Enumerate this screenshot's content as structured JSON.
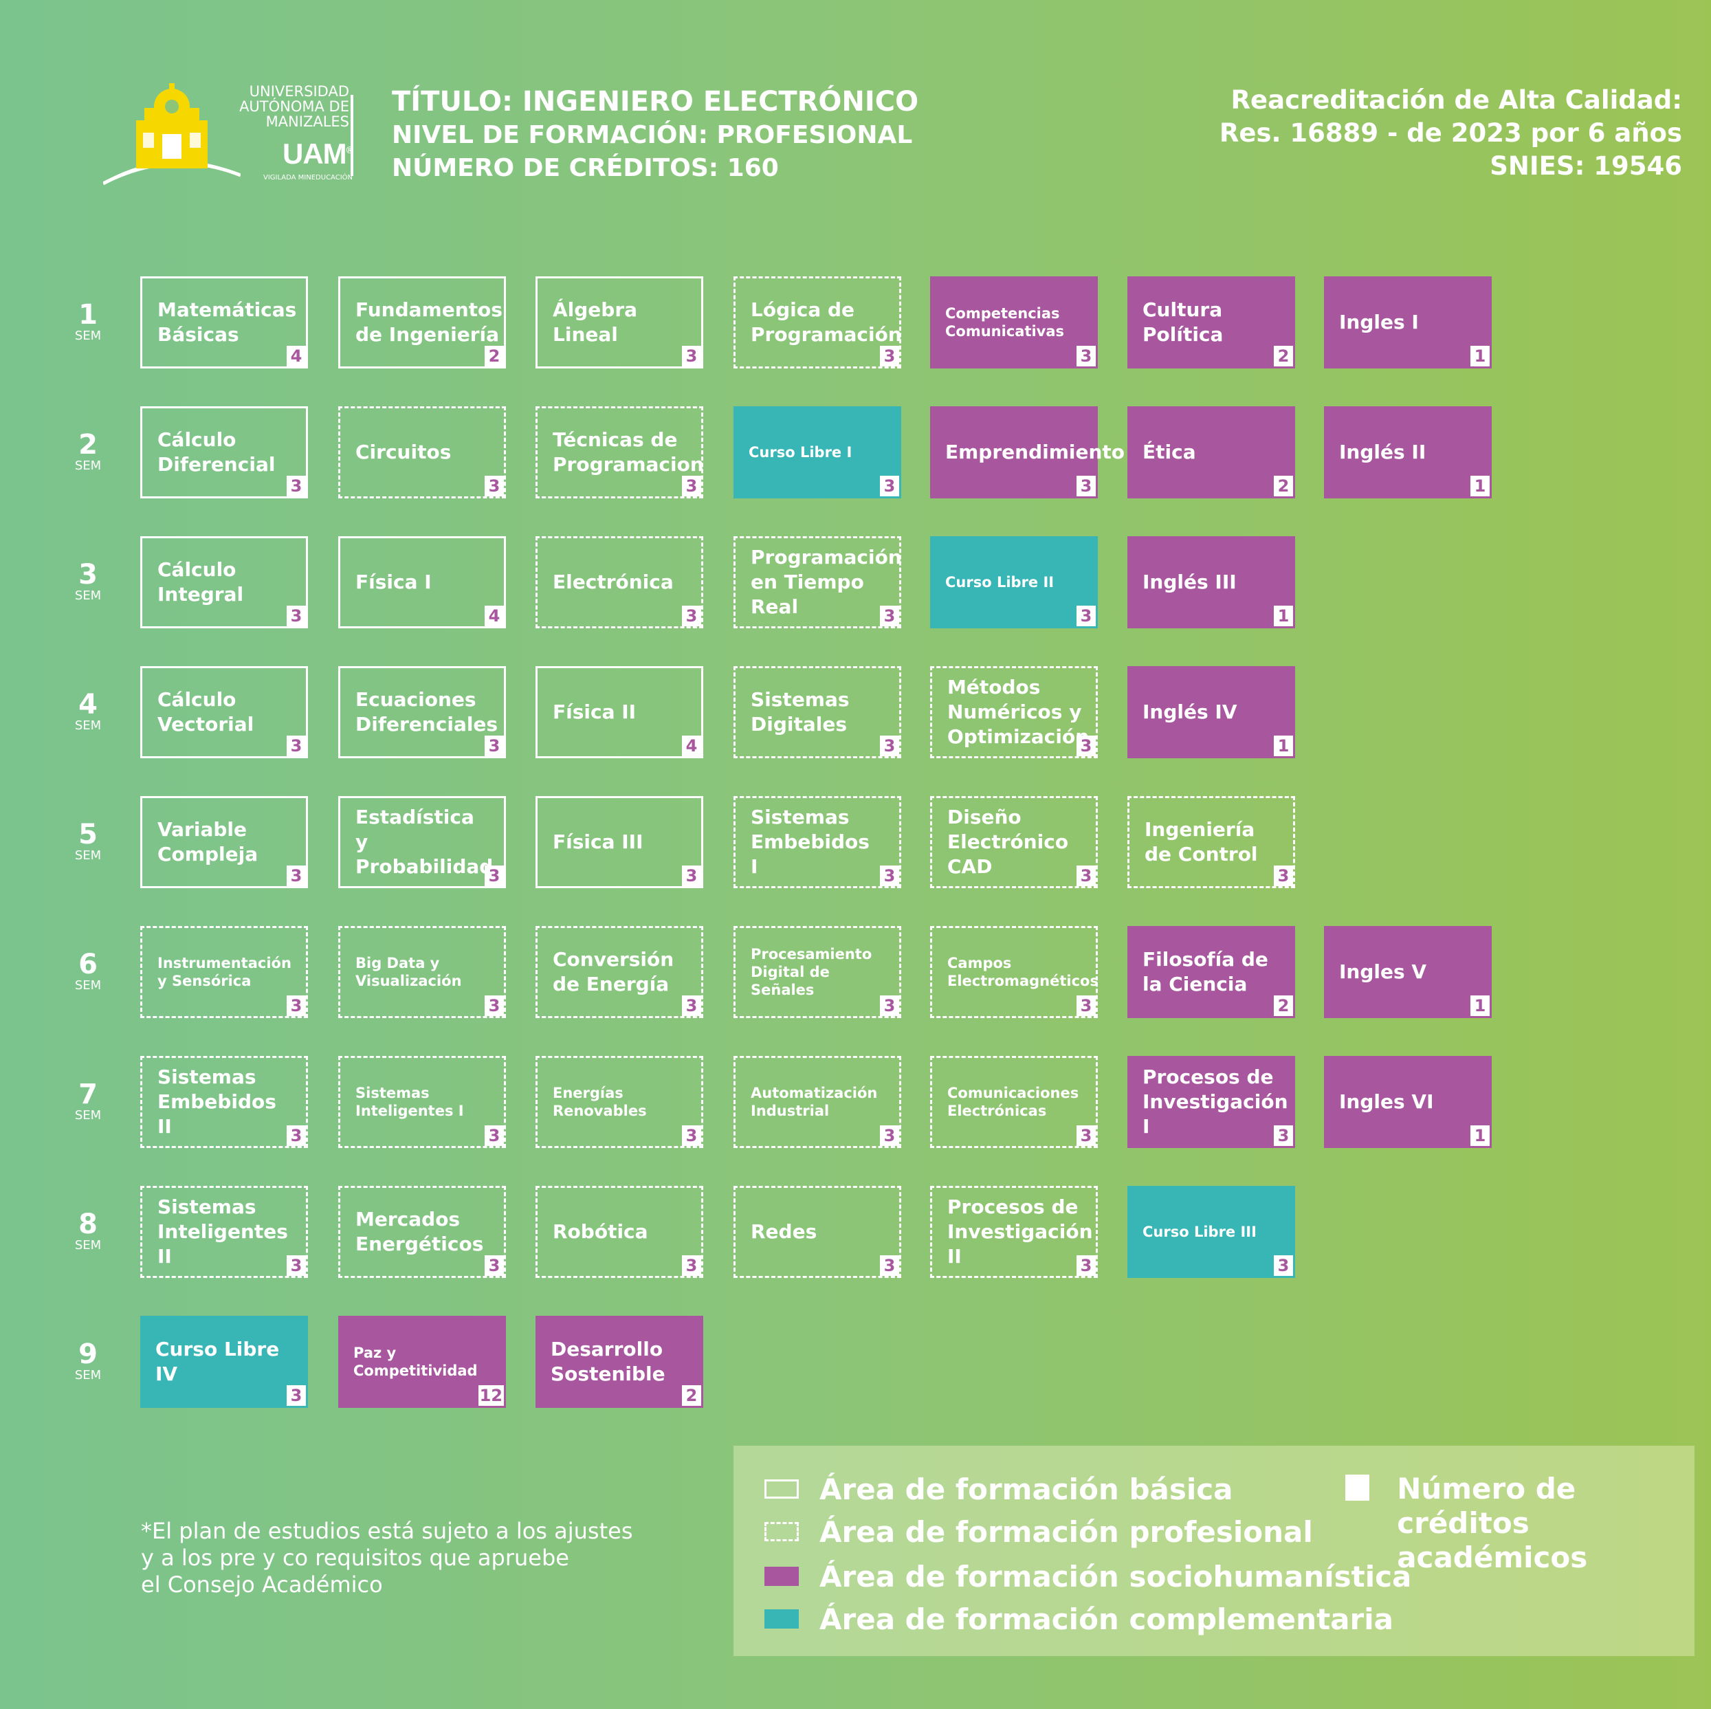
{
  "header": {
    "university_lines": [
      "UNIVERSIDAD",
      "AUTÓNOMA DE",
      "MANIZALES"
    ],
    "brand": "UAM",
    "brand_mark": "®",
    "vigilada": "VIGILADA MINEDUCACIÓN",
    "title": "TÍTULO: INGENIERO ELECTRÓNICO",
    "nivel": "NIVEL DE FORMACIÓN: PROFESIONAL",
    "creditos": "NÚMERO DE CRÉDITOS: 160",
    "accreditation": [
      "Reacreditación de Alta Calidad:",
      "Res. 16889 - de 2023 por 6 años",
      "SNIES: 19546"
    ]
  },
  "colors": {
    "socio": "#a8579e",
    "complementaria": "#38b6b6",
    "outline": "#ffffff"
  },
  "sem_label": "SEM",
  "semesters": [
    {
      "num": "1",
      "courses": [
        {
          "name": "Matemáticas Básicas",
          "credits": "4",
          "area": "basica"
        },
        {
          "name": "Fundamentos de Ingeniería",
          "credits": "2",
          "area": "basica"
        },
        {
          "name": "Álgebra Lineal",
          "credits": "3",
          "area": "basica"
        },
        {
          "name": "Lógica de Programación",
          "credits": "3",
          "area": "profesional"
        },
        {
          "name": "Competencias Comunicativas",
          "credits": "3",
          "area": "socio",
          "small": true
        },
        {
          "name": "Cultura Política",
          "credits": "2",
          "area": "socio"
        },
        {
          "name": "Ingles I",
          "credits": "1",
          "area": "socio"
        }
      ]
    },
    {
      "num": "2",
      "courses": [
        {
          "name": "Cálculo Diferencial",
          "credits": "3",
          "area": "basica"
        },
        {
          "name": "Circuitos",
          "credits": "3",
          "area": "profesional"
        },
        {
          "name": "Técnicas de Programacion",
          "credits": "3",
          "area": "profesional"
        },
        {
          "name": "Curso Libre I",
          "credits": "3",
          "area": "comp",
          "small": true
        },
        {
          "name": "Emprendimiento",
          "credits": "3",
          "area": "socio"
        },
        {
          "name": "Ética",
          "credits": "2",
          "area": "socio"
        },
        {
          "name": "Inglés II",
          "credits": "1",
          "area": "socio"
        }
      ]
    },
    {
      "num": "3",
      "courses": [
        {
          "name": "Cálculo Integral",
          "credits": "3",
          "area": "basica"
        },
        {
          "name": "Física I",
          "credits": "4",
          "area": "basica"
        },
        {
          "name": "Electrónica",
          "credits": "3",
          "area": "profesional"
        },
        {
          "name": "Programación en Tiempo Real",
          "credits": "3",
          "area": "profesional"
        },
        {
          "name": "Curso Libre II",
          "credits": "3",
          "area": "comp",
          "small": true
        },
        {
          "name": "Inglés III",
          "credits": "1",
          "area": "socio"
        }
      ]
    },
    {
      "num": "4",
      "courses": [
        {
          "name": "Cálculo Vectorial",
          "credits": "3",
          "area": "basica"
        },
        {
          "name": "Ecuaciones Diferenciales",
          "credits": "3",
          "area": "basica"
        },
        {
          "name": "Física II",
          "credits": "4",
          "area": "basica"
        },
        {
          "name": "Sistemas Digitales",
          "credits": "3",
          "area": "profesional"
        },
        {
          "name": "Métodos Numéricos y Optimización",
          "credits": "3",
          "area": "profesional"
        },
        {
          "name": "Inglés IV",
          "credits": "1",
          "area": "socio"
        }
      ]
    },
    {
      "num": "5",
      "courses": [
        {
          "name": "Variable Compleja",
          "credits": "3",
          "area": "basica"
        },
        {
          "name": "Estadística y Probabilidad",
          "credits": "3",
          "area": "basica"
        },
        {
          "name": "Física III",
          "credits": "3",
          "area": "basica"
        },
        {
          "name": "Sistemas Embebidos I",
          "credits": "3",
          "area": "profesional"
        },
        {
          "name": "Diseño Electrónico CAD",
          "credits": "3",
          "area": "profesional"
        },
        {
          "name": "Ingeniería de Control",
          "credits": "3",
          "area": "profesional"
        }
      ]
    },
    {
      "num": "6",
      "courses": [
        {
          "name": "Instrumentación y Sensórica",
          "credits": "3",
          "area": "profesional",
          "small": true
        },
        {
          "name": "Big Data y Visualización",
          "credits": "3",
          "area": "profesional",
          "small": true
        },
        {
          "name": "Conversión de Energía",
          "credits": "3",
          "area": "profesional"
        },
        {
          "name": "Procesamiento Digital de Señales",
          "credits": "3",
          "area": "profesional",
          "small": true
        },
        {
          "name": "Campos Electromagnéticos",
          "credits": "3",
          "area": "profesional",
          "small": true
        },
        {
          "name": "Filosofía de la Ciencia",
          "credits": "2",
          "area": "socio"
        },
        {
          "name": "Ingles V",
          "credits": "1",
          "area": "socio"
        }
      ]
    },
    {
      "num": "7",
      "courses": [
        {
          "name": "Sistemas Embebidos II",
          "credits": "3",
          "area": "profesional"
        },
        {
          "name": "Sistemas Inteligentes I",
          "credits": "3",
          "area": "profesional",
          "small": true
        },
        {
          "name": "Energías Renovables",
          "credits": "3",
          "area": "profesional",
          "small": true
        },
        {
          "name": "Automatización Industrial",
          "credits": "3",
          "area": "profesional",
          "small": true
        },
        {
          "name": "Comunicaciones Electrónicas",
          "credits": "3",
          "area": "profesional",
          "small": true
        },
        {
          "name": "Procesos de Investigación I",
          "credits": "3",
          "area": "socio"
        },
        {
          "name": "Ingles VI",
          "credits": "1",
          "area": "socio"
        }
      ]
    },
    {
      "num": "8",
      "courses": [
        {
          "name": "Sistemas Inteligentes II",
          "credits": "3",
          "area": "profesional"
        },
        {
          "name": "Mercados Energéticos",
          "credits": "3",
          "area": "profesional"
        },
        {
          "name": "Robótica",
          "credits": "3",
          "area": "profesional"
        },
        {
          "name": "Redes",
          "credits": "3",
          "area": "profesional"
        },
        {
          "name": "Procesos de Investigación II",
          "credits": "3",
          "area": "profesional"
        },
        {
          "name": "Curso Libre III",
          "credits": "3",
          "area": "comp",
          "small": true
        }
      ]
    },
    {
      "num": "9",
      "courses": [
        {
          "name": "Curso Libre IV",
          "credits": "3",
          "area": "comp"
        },
        {
          "name": "Paz y Competitividad",
          "credits": "12",
          "area": "socio",
          "small": true
        },
        {
          "name": "Desarrollo Sostenible",
          "credits": "2",
          "area": "socio"
        }
      ]
    }
  ],
  "note": [
    "*El plan de estudios está sujeto a los ajustes",
    "y a los pre y co requisitos que apruebe",
    "el Consejo Académico"
  ],
  "legend": {
    "basica": "Área de formación básica",
    "profesional": "Área de formación profesional",
    "socio": "Área de formación sociohumanística",
    "complementaria": "Área de formación complementaria",
    "credits": [
      "Número de créditos",
      "académicos"
    ]
  }
}
